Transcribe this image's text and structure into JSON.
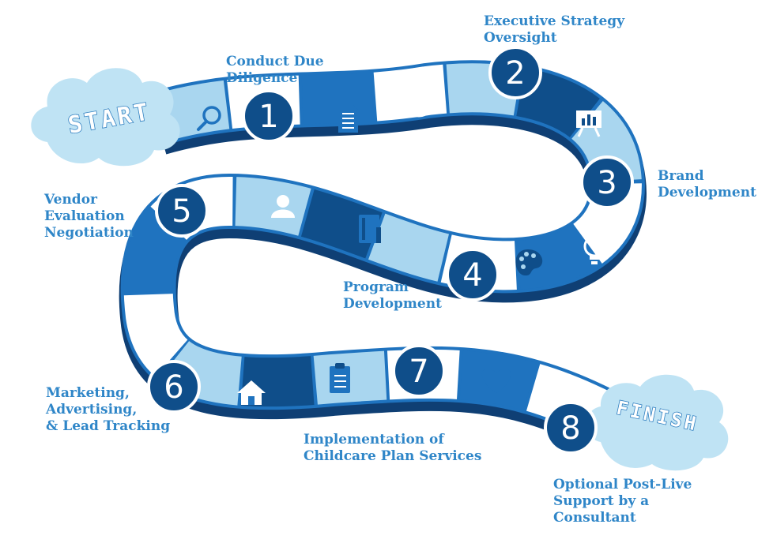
{
  "start_label": "START",
  "finish_label": "FINISH",
  "colors": {
    "dark_blue": "#0f4e8a",
    "mid_blue": "#1f73bf",
    "light_blue": "#a9d6ef",
    "cloud_blue": "#bfe3f4",
    "label_blue": "#2f86c8"
  },
  "steps": [
    {
      "number": "1",
      "lines": [
        "Conduct Due",
        "Diligence"
      ]
    },
    {
      "number": "2",
      "lines": [
        "Executive Strategy",
        "Oversight"
      ]
    },
    {
      "number": "3",
      "lines": [
        "Brand",
        "Development"
      ]
    },
    {
      "number": "4",
      "lines": [
        "Program",
        "Development"
      ]
    },
    {
      "number": "5",
      "lines": [
        "Vendor",
        "Evaluation",
        "Negotiation"
      ]
    },
    {
      "number": "6",
      "lines": [
        "Marketing,",
        "Advertising,",
        "& Lead Tracking"
      ]
    },
    {
      "number": "7",
      "lines": [
        "Implementation of",
        "Childcare Plan Services"
      ]
    },
    {
      "number": "8",
      "lines": [
        "Optional Post-Live",
        "Support by a",
        "Consultant"
      ]
    }
  ],
  "icons": [
    "search-icon",
    "document-icon",
    "dollar-icon",
    "presentation-icon",
    "lightbulb-icon",
    "palette-icon",
    "book-icon",
    "person-icon",
    "chart-icon",
    "house-icon",
    "clipboard-icon",
    "heart-icon"
  ]
}
